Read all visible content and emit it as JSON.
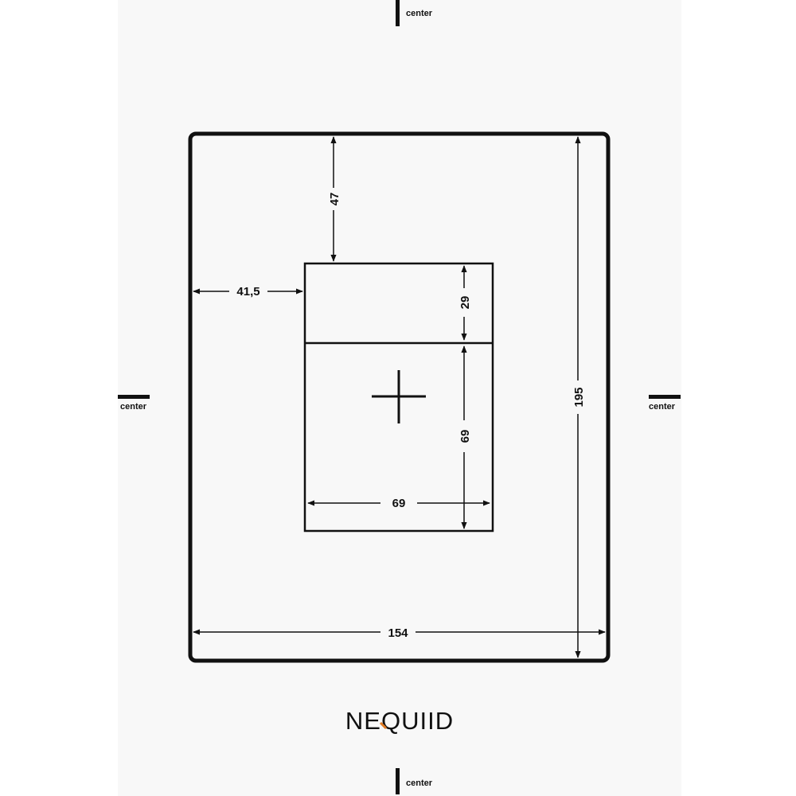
{
  "marks": {
    "top": "center",
    "left": "center",
    "right": "center",
    "bottom": "center"
  },
  "dimensions": {
    "plate_width": "154",
    "plate_height": "195",
    "offset_top": "47",
    "offset_left": "41,5",
    "upper_section": "29",
    "lower_section": "69",
    "inner_width": "69"
  },
  "brand": {
    "logo_text": "NEQUIID",
    "accent_color": "#e07b24"
  },
  "colors": {
    "line": "#111111",
    "background": "#f8f8f8"
  }
}
